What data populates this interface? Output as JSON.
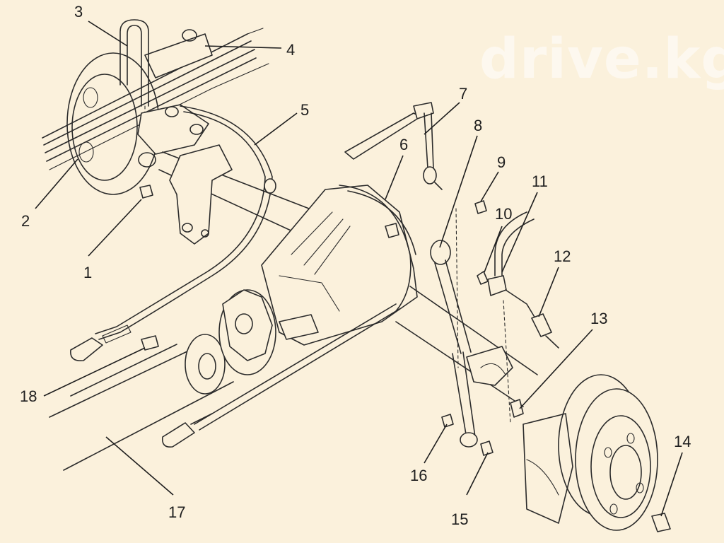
{
  "watermark": "drive.kg",
  "callouts": [
    "1",
    "2",
    "3",
    "4",
    "5",
    "6",
    "7",
    "8",
    "9",
    "10",
    "11",
    "12",
    "13",
    "14",
    "15",
    "16",
    "17",
    "18"
  ],
  "colors": {
    "background": "#fbf1dc",
    "ink": "#2b2b2b",
    "watermark": "#ffffff"
  }
}
